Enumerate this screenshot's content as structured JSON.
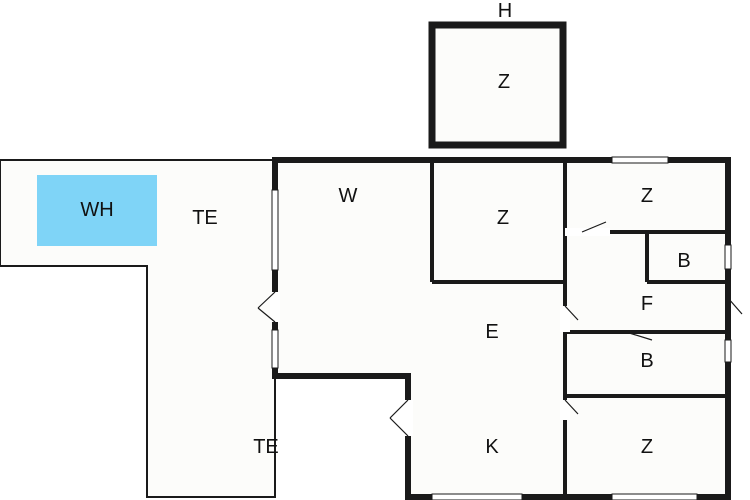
{
  "plan": {
    "colors": {
      "wall": "#1a1a1a",
      "thin_line": "#1a1a1a",
      "floor": "#fcfcfa",
      "whirlpool_fill": "#7fd4f7"
    },
    "rooms": {
      "outbuilding_top_label": "H",
      "outbuilding_room": "Z",
      "terrace_upper": "TE",
      "whirlpool": "WH",
      "living": "W",
      "bedroom_center": "Z",
      "bedroom_top_right": "Z",
      "bath_upper": "B",
      "hall": "F",
      "entrance": "E",
      "bath_lower": "B",
      "terrace_lower": "TE",
      "kitchen": "K",
      "bedroom_bottom_right": "Z"
    }
  }
}
